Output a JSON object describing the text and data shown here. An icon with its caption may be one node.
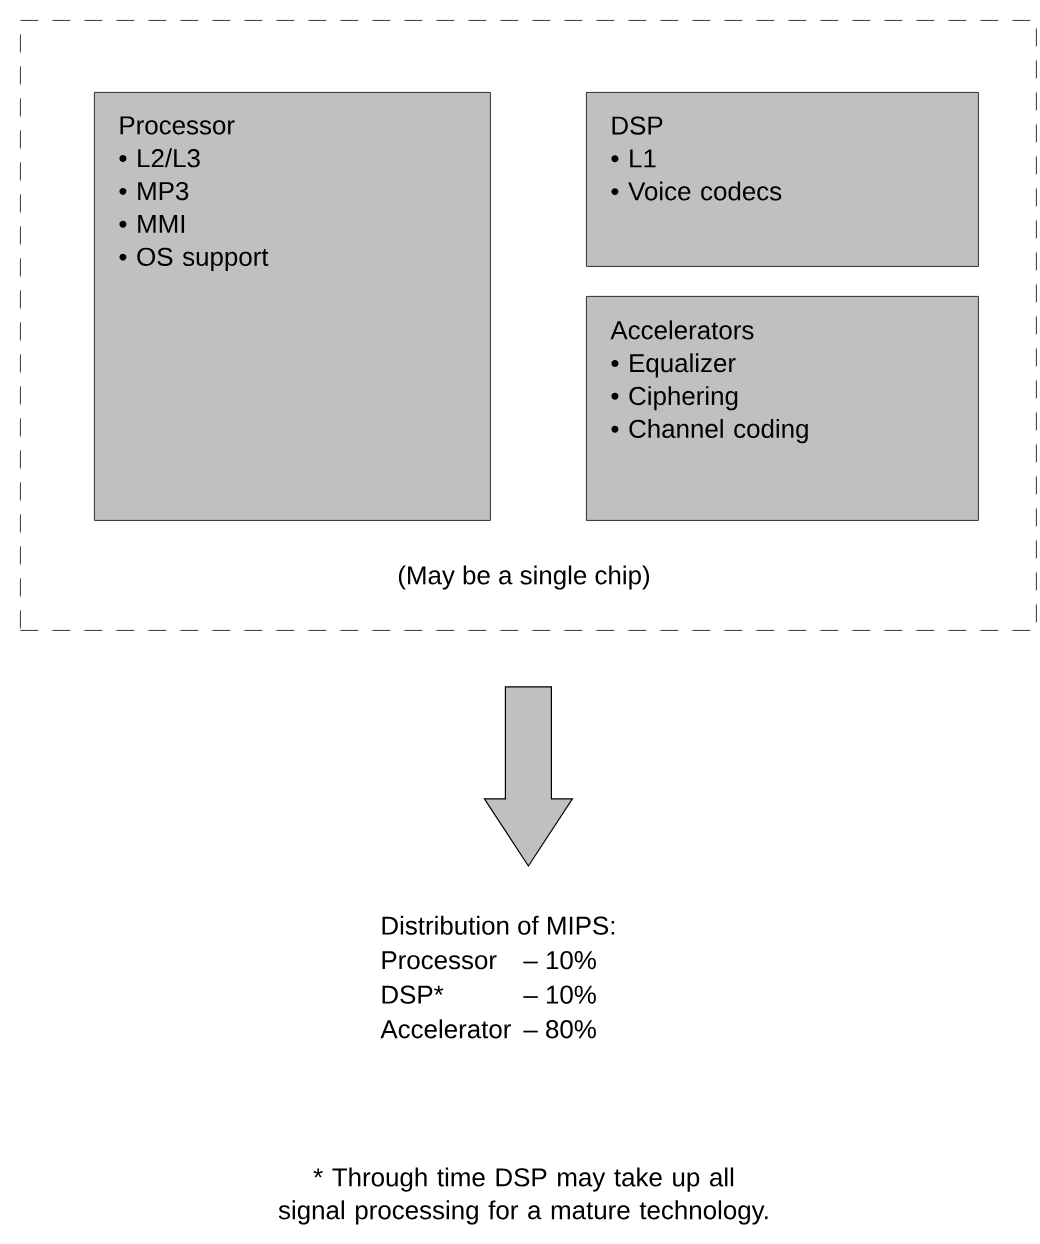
{
  "diagram": {
    "nodes": [
      {
        "text": [
          "(May be a single chip)"
        ]
      },
      {
        "text": [
          "Processor",
          "• L2/L3",
          "• MP3",
          "• MMI",
          "• OS support"
        ],
        "in": 0
      },
      {
        "text": [
          "DSP",
          "• L1",
          "• Voice codecs"
        ],
        "in": 0
      },
      {
        "text": [
          "Accelerators",
          "• Equalizer",
          "• Ciphering",
          "• Channel coding"
        ],
        "in": 0
      },
      {
        "text": [
          "Distribution of MIPS:",
          "Processor",
          "– 10%",
          "DSP*",
          "– 10%",
          "Accelerator",
          "– 80%"
        ]
      }
    ],
    "edges": [
      {
        "from": 0,
        "to": 4,
        "arrow": "to"
      }
    ],
    "labels": [
      "* Through time DSP may take up all signal processing for a mature technology."
    ]
  }
}
